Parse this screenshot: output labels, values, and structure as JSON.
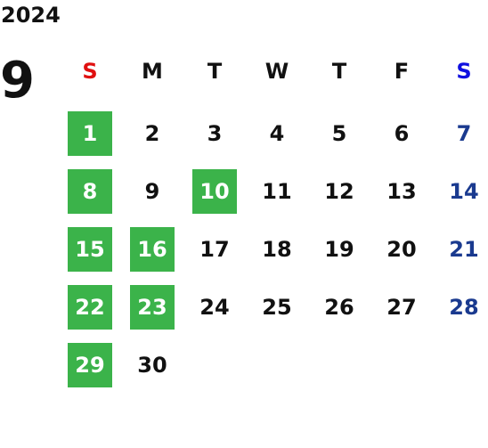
{
  "calendar": {
    "year": "2024",
    "month": "9",
    "weekday_headers": [
      {
        "label": "S",
        "color": "#e01010"
      },
      {
        "label": "M",
        "color": "#111111"
      },
      {
        "label": "T",
        "color": "#111111"
      },
      {
        "label": "W",
        "color": "#111111"
      },
      {
        "label": "T",
        "color": "#111111"
      },
      {
        "label": "F",
        "color": "#111111"
      },
      {
        "label": "S",
        "color": "#1010e0"
      }
    ],
    "colors": {
      "highlight": "#3bb34a",
      "saturday": "#1a3a8f",
      "weekday": "#111111"
    },
    "first_weekday_index": 0,
    "days": [
      {
        "day": "1",
        "marked": true
      },
      {
        "day": "2",
        "marked": false
      },
      {
        "day": "3",
        "marked": false
      },
      {
        "day": "4",
        "marked": false
      },
      {
        "day": "5",
        "marked": false
      },
      {
        "day": "6",
        "marked": false
      },
      {
        "day": "7",
        "marked": false
      },
      {
        "day": "8",
        "marked": true
      },
      {
        "day": "9",
        "marked": false
      },
      {
        "day": "10",
        "marked": true
      },
      {
        "day": "11",
        "marked": false
      },
      {
        "day": "12",
        "marked": false
      },
      {
        "day": "13",
        "marked": false
      },
      {
        "day": "14",
        "marked": false
      },
      {
        "day": "15",
        "marked": true
      },
      {
        "day": "16",
        "marked": true
      },
      {
        "day": "17",
        "marked": false
      },
      {
        "day": "18",
        "marked": false
      },
      {
        "day": "19",
        "marked": false
      },
      {
        "day": "20",
        "marked": false
      },
      {
        "day": "21",
        "marked": false
      },
      {
        "day": "22",
        "marked": true
      },
      {
        "day": "23",
        "marked": true
      },
      {
        "day": "24",
        "marked": false
      },
      {
        "day": "25",
        "marked": false
      },
      {
        "day": "26",
        "marked": false
      },
      {
        "day": "27",
        "marked": false
      },
      {
        "day": "28",
        "marked": false
      },
      {
        "day": "29",
        "marked": true
      },
      {
        "day": "30",
        "marked": false
      }
    ]
  }
}
